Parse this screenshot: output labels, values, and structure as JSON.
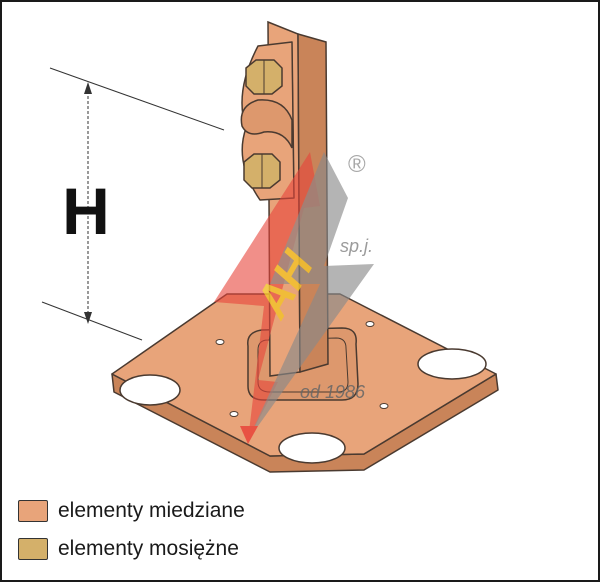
{
  "dimension": {
    "label": "H"
  },
  "logo": {
    "letters": "AH",
    "suffix": "sp.j.",
    "registered": "®",
    "since": "od 1986"
  },
  "legend": {
    "items": [
      {
        "label": "elementy miedziane",
        "color": "#e8a47a"
      },
      {
        "label": "elementy mosiężne",
        "color": "#d4b06a"
      }
    ]
  },
  "colors": {
    "copper": "#e8a47a",
    "copper_dark": "#c98459",
    "brass": "#d4b06a",
    "outline": "#4a3a30",
    "logo_red": "#e8443a",
    "logo_gray": "#8a8a8a",
    "logo_yellow": "#f2c12e"
  }
}
